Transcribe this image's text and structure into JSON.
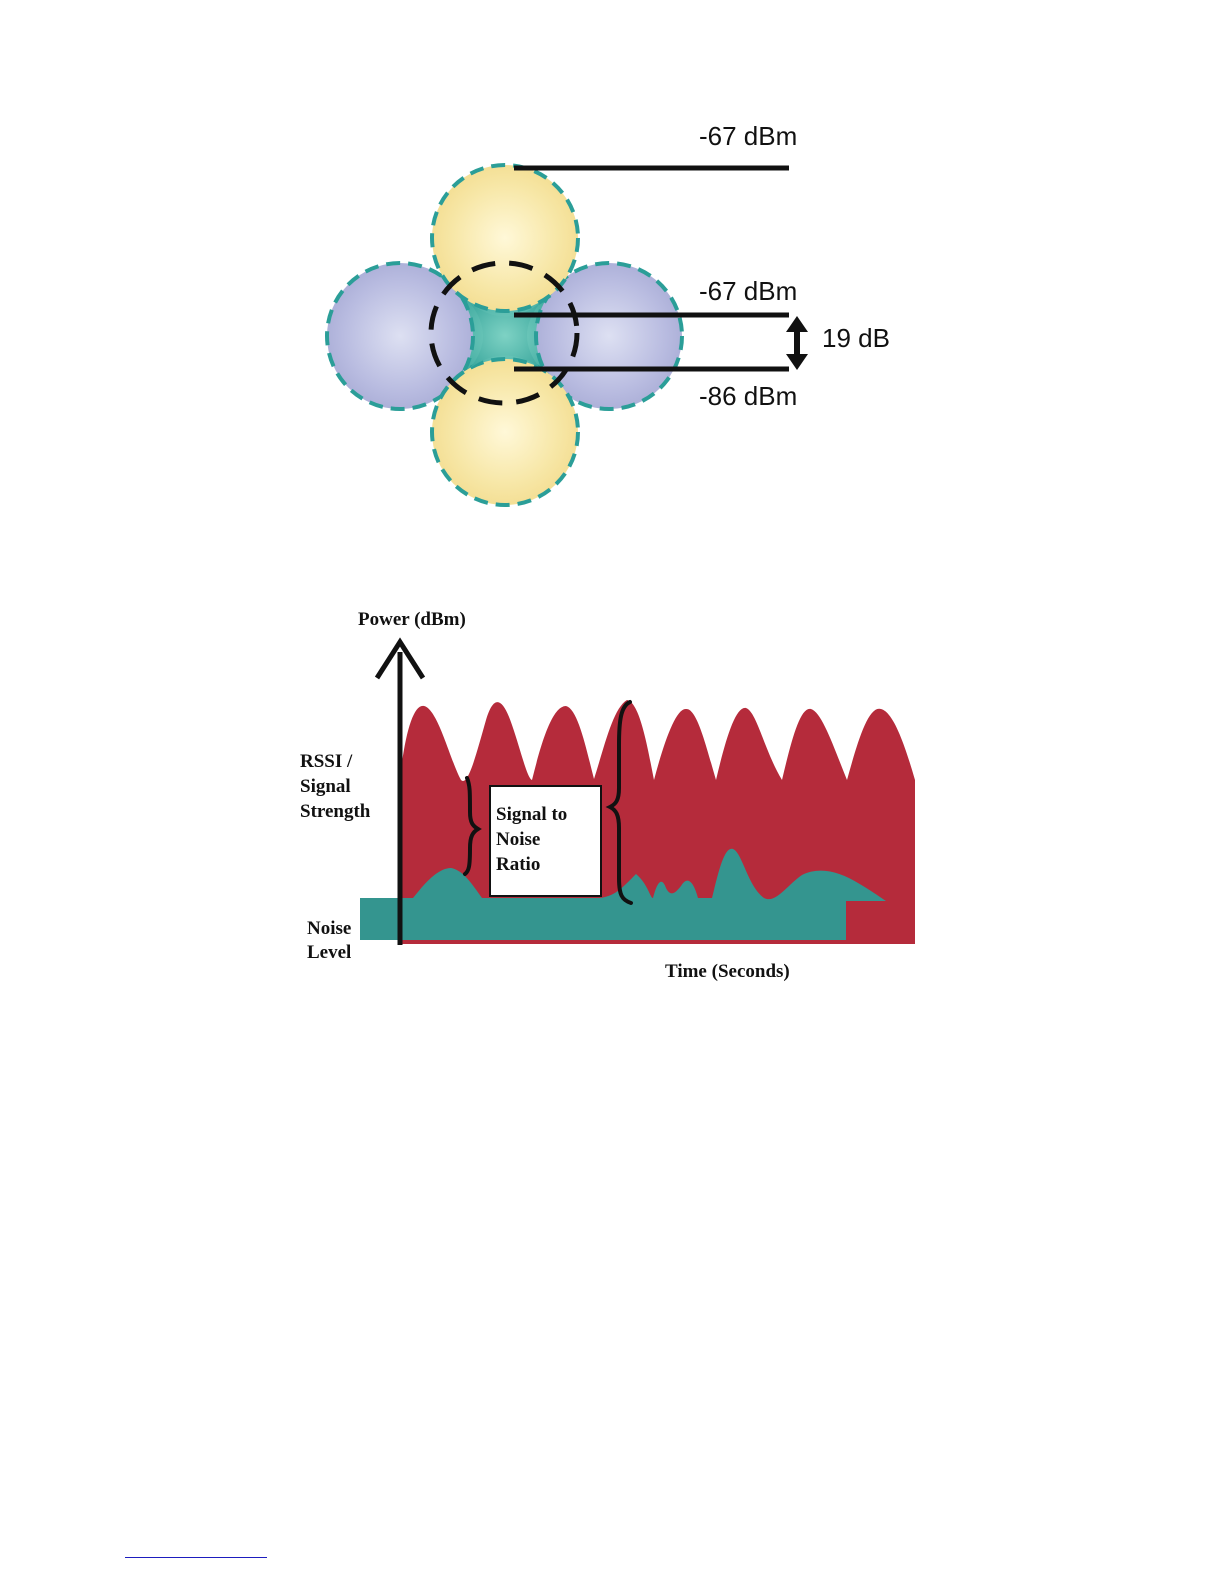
{
  "coverage_diagram": {
    "top_label": "-67 dBm",
    "middle_label": "-67 dBm",
    "bottom_label": "-86 dBm",
    "difference_label": "19 dB",
    "colors": {
      "yellow_cell": "#f4dd8e",
      "blue_cell": "#aeb0d6",
      "cell_border": "#2b9e98",
      "overlap": "#4fb9ad",
      "line": "#111111"
    }
  },
  "snr_chart": {
    "axis_label": "Power (dBm)",
    "time_label": "Time (Seconds)",
    "rssi_label": [
      "RSSI /",
      "Signal",
      "Strength"
    ],
    "noise_label": [
      "Noise",
      "Level"
    ],
    "snr_box_label": [
      "Signal to",
      "Noise",
      "Ratio"
    ],
    "colors": {
      "signal": "#b52b3b",
      "noise": "#34958f",
      "axis": "#111111"
    }
  }
}
